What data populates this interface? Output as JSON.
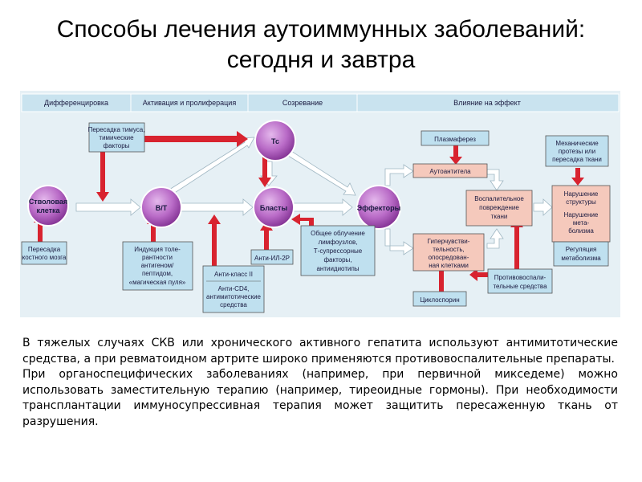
{
  "title": {
    "line1": "Способы лечения аутоиммунных заболеваний:",
    "line2": "сегодня и завтра"
  },
  "colors": {
    "header_band": "#c9e3ef",
    "panel_bg": "#e6f0f5",
    "blue_box": "#bfe0ef",
    "salmon_box": "#f5c9bc",
    "pink_cell": "#b96bc7",
    "arrow_red": "#d8232f",
    "arrow_white": "#ffffff"
  },
  "stages": [
    "Дифференцировка",
    "Активация и пролиферация",
    "Созревание",
    "Влияние на эффект"
  ],
  "cells": {
    "stem": [
      "Стволовая",
      "клетка"
    ],
    "bt": [
      "В/Т"
    ],
    "tc": [
      "Тс"
    ],
    "blasts": [
      "Бласты"
    ],
    "effectors": [
      "Эффекторы"
    ]
  },
  "outcomes": {
    "autoantibodies": [
      "Аутоантитела"
    ],
    "inflammation": [
      "Воспалительное",
      "повреждение",
      "ткани"
    ],
    "hypersensitivity": [
      "Гиперчувстви-",
      "тельность,",
      "опосредован-",
      "ная клетками"
    ],
    "structure": [
      "Нарушение",
      "структуры",
      "Нарушение",
      "мета-",
      "болизма"
    ]
  },
  "therapies": {
    "thymus": [
      "Пересадка тимуса,",
      "тимические",
      "факторы"
    ],
    "marrow": [
      "Пересадка",
      "костного мозга"
    ],
    "induction": [
      "Индукция толе-",
      "рантности",
      "антигеном/",
      "пептидом,",
      "«магическая пуля»"
    ],
    "class2": [
      "Анти-класс II"
    ],
    "cd4": [
      "Анти-CD4,",
      "антимитотические",
      "средства"
    ],
    "il2r": [
      "Анти-ИЛ-2Р"
    ],
    "general": [
      "Общее облучение",
      "лимфоузлов,",
      "Т-супрессорные",
      "факторы,",
      "антиидиотипы"
    ],
    "plasma": [
      "Плазмаферез"
    ],
    "cyclosporin": [
      "Циклоспорин"
    ],
    "antiinflam": [
      "Противовоспали-",
      "тельные средства"
    ],
    "prostheses": [
      "Механические",
      "протезы или",
      "пересадка ткани"
    ],
    "metabolism": [
      "Регуляция",
      "метаболизма"
    ]
  },
  "caption": {
    "paragraph1": "В тяжелых случаях СКВ или хронического активного гепатита используют антимитотические средства, а при ревматоидном артрите широко применяются противовоспалительные препараты.",
    "paragraph2": "При органоспецифических заболеваниях (например, при первичной микседеме) можно использовать заместительную терапию (например, тиреоидные гормоны). При необходимости трансплантации иммуносупрессивная терапия может защитить пересаженную ткань от разрушения."
  }
}
